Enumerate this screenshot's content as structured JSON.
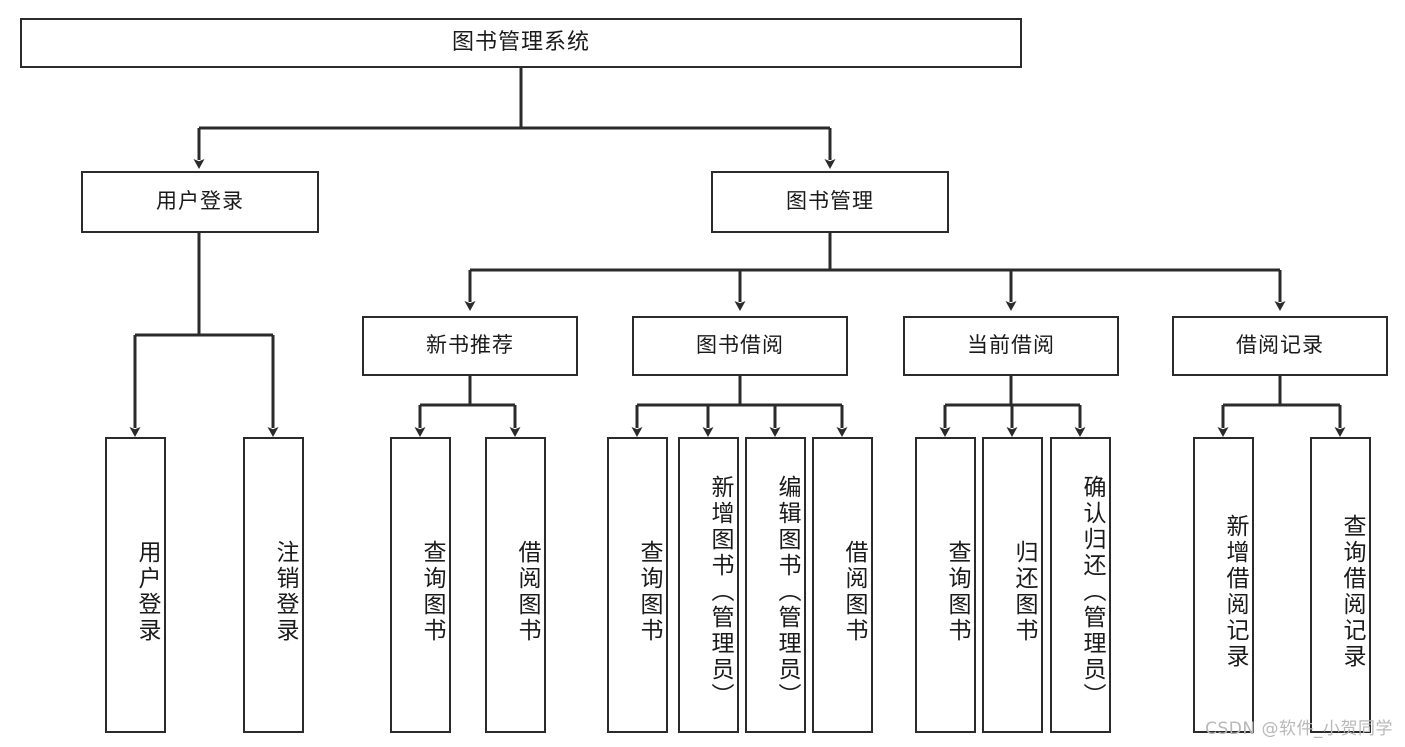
{
  "diagram": {
    "type": "tree-hierarchy-chart",
    "title": "图书管理系统",
    "root": {
      "label": "图书管理系统",
      "children": [
        {
          "label": "用户登录",
          "children": [
            {
              "label": "用户登录"
            },
            {
              "label": "注销登录"
            }
          ]
        },
        {
          "label": "图书管理",
          "children": [
            {
              "label": "新书推荐",
              "children": [
                {
                  "label": "查询图书"
                },
                {
                  "label": "借阅图书"
                }
              ]
            },
            {
              "label": "图书借阅",
              "children": [
                {
                  "label": "查询图书"
                },
                {
                  "label": "新增图书（管理员）"
                },
                {
                  "label": "编辑图书（管理员）"
                },
                {
                  "label": "借阅图书"
                }
              ]
            },
            {
              "label": "当前借阅",
              "children": [
                {
                  "label": "查询图书"
                },
                {
                  "label": "归还图书"
                },
                {
                  "label": "确认归还（管理员）"
                }
              ]
            },
            {
              "label": "借阅记录",
              "children": [
                {
                  "label": "新增借阅记录"
                },
                {
                  "label": "查询借阅记录"
                }
              ]
            }
          ]
        }
      ]
    }
  },
  "nodes": {
    "root_title": "图书管理系统",
    "l1_user_login": "用户登录",
    "l1_book_manage": "图书管理",
    "l2_new_book_rec": "新书推荐",
    "l2_book_borrow": "图书借阅",
    "l2_current_borrow": "当前借阅",
    "l2_borrow_record": "借阅记录",
    "leaf_user_login": "用户登录",
    "leaf_logout": "注销登录",
    "leaf_query_book_a": "查询图书",
    "leaf_borrow_book_a": "借阅图书",
    "leaf_query_book_b": "查询图书",
    "leaf_add_book_admin": "新增图书（管理员）",
    "leaf_edit_book_admin": "编辑图书（管理员）",
    "leaf_borrow_book_b": "借阅图书",
    "leaf_query_book_c": "查询图书",
    "leaf_return_book": "归还图书",
    "leaf_confirm_return_admin": "确认归还（管理员）",
    "leaf_add_borrow_record": "新增借阅记录",
    "leaf_query_borrow_record": "查询借阅记录"
  },
  "watermark": {
    "text": "CSDN @软件_小贺同学"
  },
  "colors": {
    "stroke": "#2b2b2b",
    "fill": "#ffffff",
    "text": "#1a1a1a",
    "watermark": "#b8b8b8"
  }
}
